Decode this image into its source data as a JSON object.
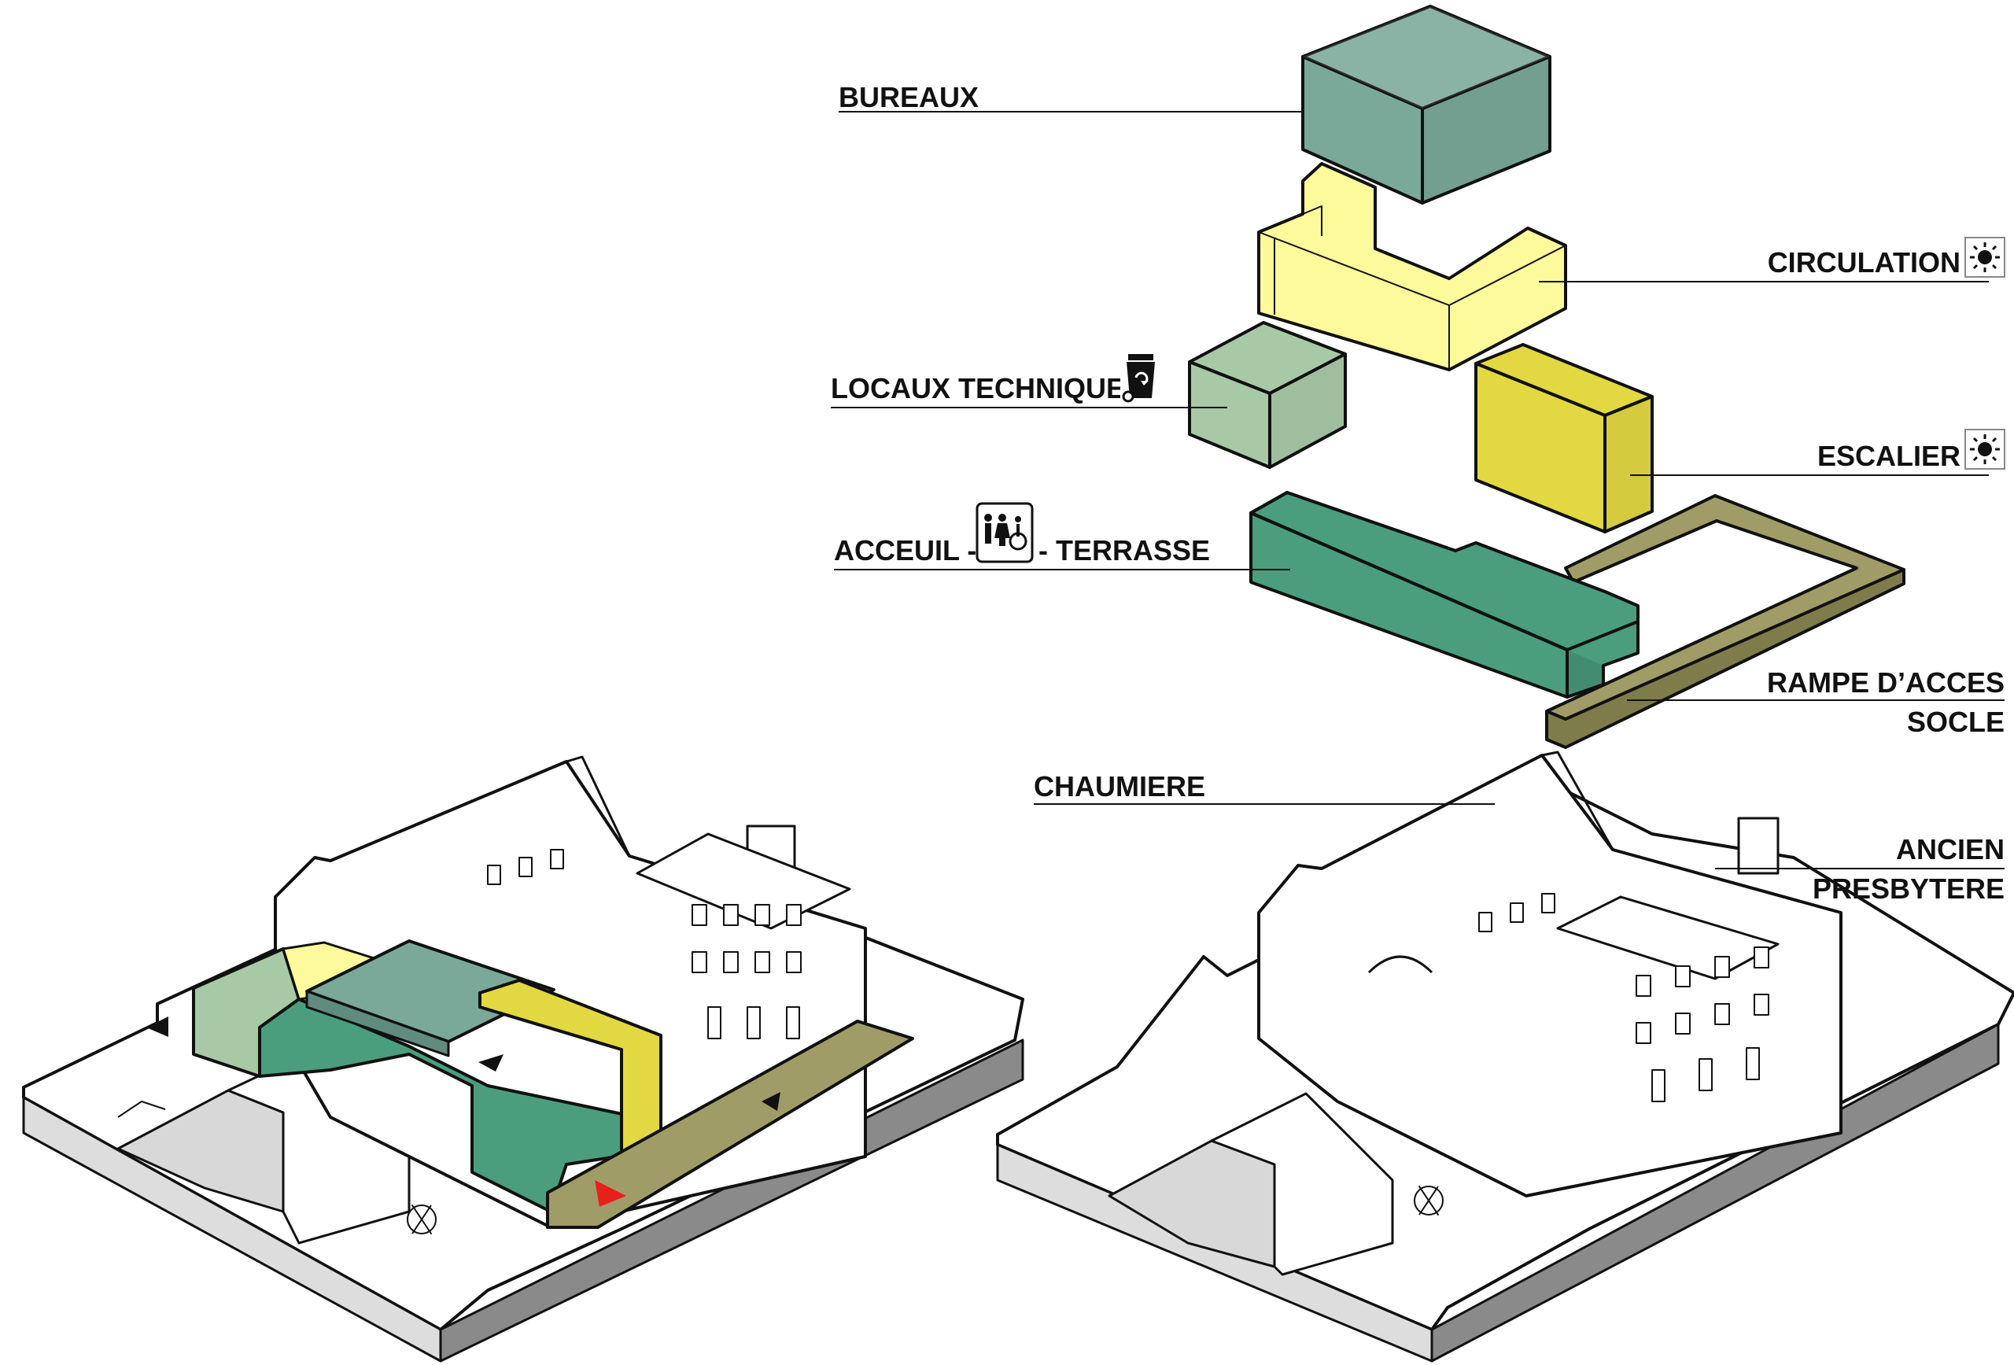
{
  "labels": {
    "bureaux": "BUREAUX",
    "circulation": "CIRCULATION",
    "locaux_techniques": "LOCAUX TECHNIQUES",
    "escalier": "ESCALIER",
    "acceuil": "ACCEUIL -",
    "terrasse": "- TERRASSE",
    "rampe_line1": "RAMPE D’ACCES",
    "rampe_line2": "SOCLE",
    "chaumiere": "CHAUMIERE",
    "ancien_line1": "ANCIEN",
    "ancien_line2": "PRESBYTERE"
  },
  "icons": {
    "circulation": "sun-icon",
    "escalier": "sun-icon",
    "locaux_techniques": "recycling-bin-icon",
    "acceuil": "accessible-toilets-icon",
    "compass": "north-arrow-icon"
  },
  "colors": {
    "bureaux": "#7aa99a",
    "circulation": "#fdfa9c",
    "locaux_techniques": "#a8c9a6",
    "escalier": "#e2d842",
    "acceuil_terrasse": "#4a9e7e",
    "rampe_socle": "#a09c68",
    "entry_marker": "#e8201c"
  }
}
